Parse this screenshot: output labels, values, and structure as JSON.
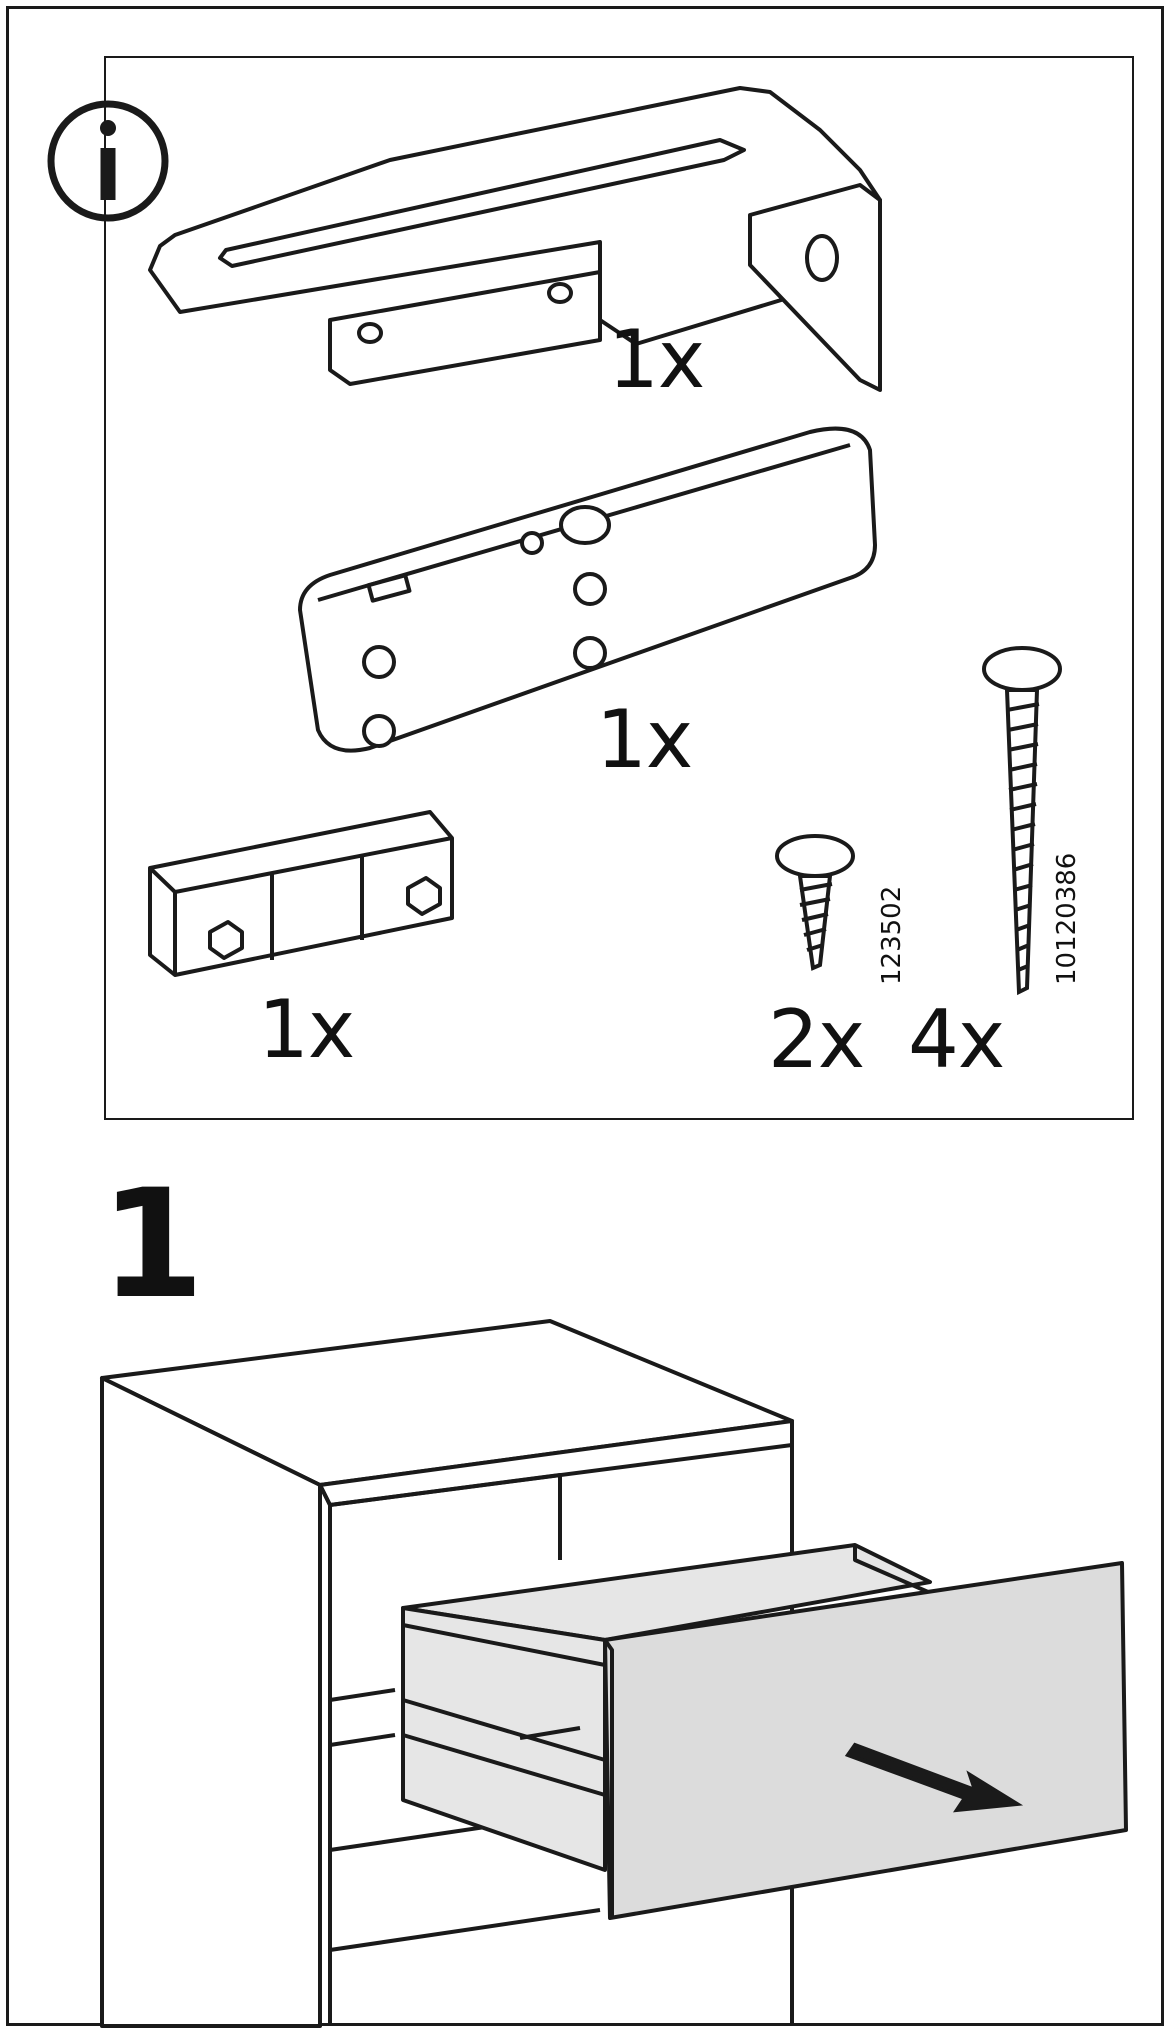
{
  "icons": {
    "info": "info-icon",
    "bracket": "mounting-bracket-icon",
    "damper": "soft-close-damper-icon",
    "catch": "catch-block-icon",
    "screw_short": "short-screw-icon",
    "screw_long": "long-screw-icon",
    "arrow": "pull-arrow-icon"
  },
  "parts": {
    "bracket_qty": "1x",
    "damper_qty": "1x",
    "catch_qty": "1x",
    "screw_short_qty": "2x",
    "screw_long_qty": "4x",
    "screw_short_code": "123502",
    "screw_long_code": "10120386"
  },
  "step": {
    "number": "1"
  },
  "colors": {
    "line": "#1a1a1a",
    "drawer_front_fill": "#dcdcdc",
    "drawer_inner_fill": "#e6e6e6"
  }
}
